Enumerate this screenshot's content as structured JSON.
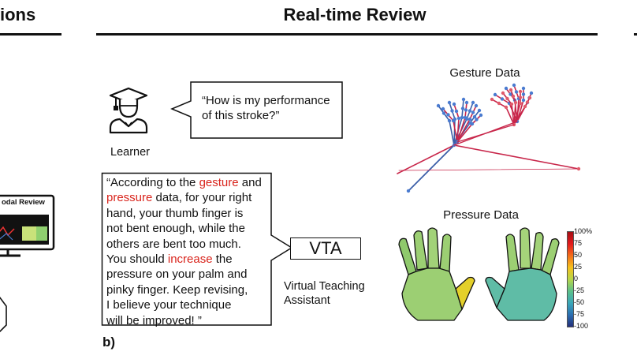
{
  "left_section": {
    "title_fragment": "ions",
    "screen_title": "odal Review"
  },
  "main": {
    "title": "Real-time Review",
    "learner": {
      "icon": "graduate-student-icon",
      "label": "Learner",
      "question": [
        "“How is my performance",
        "of this stroke?”"
      ]
    },
    "feedback": {
      "lines": [
        [
          {
            "t": "“According to the ",
            "hl": false
          },
          {
            "t": "gesture",
            "hl": true
          },
          {
            "t": " and",
            "hl": false
          }
        ],
        [
          {
            "t": "pressure",
            "hl": true
          },
          {
            "t": " data, for your right",
            "hl": false
          }
        ],
        [
          {
            "t": "hand, your thumb finger is",
            "hl": false
          }
        ],
        [
          {
            "t": " not bent enough, while the",
            "hl": false
          }
        ],
        [
          {
            "t": "others are bent too much.",
            "hl": false
          }
        ],
        [
          {
            "t": "You should ",
            "hl": false
          },
          {
            "t": "increase",
            "hl": true
          },
          {
            "t": " the",
            "hl": false
          }
        ],
        [
          {
            "t": "pressure on your palm and",
            "hl": false
          }
        ],
        [
          {
            "t": "pinky finger. Keep revising,",
            "hl": false
          }
        ],
        [
          {
            "t": "I believe your technique",
            "hl": false
          }
        ],
        [
          {
            "t": "will be improved! ”",
            "hl": false
          }
        ]
      ],
      "highlight_color": "#d9241c"
    },
    "vta": {
      "label": "VTA",
      "caption_line1": "Virtual Teaching",
      "caption_line2": "Assistant"
    },
    "gesture": {
      "title": "Gesture Data"
    },
    "pressure": {
      "title": "Pressure Data",
      "colorbar_ticks": [
        "100%",
        "75",
        "50",
        "25",
        "0",
        "-25",
        "-50",
        "-75",
        "-100"
      ],
      "left_hand_color": "#9ccf73",
      "right_hand_color": "#5fbca6"
    },
    "panel_label": "b)"
  }
}
